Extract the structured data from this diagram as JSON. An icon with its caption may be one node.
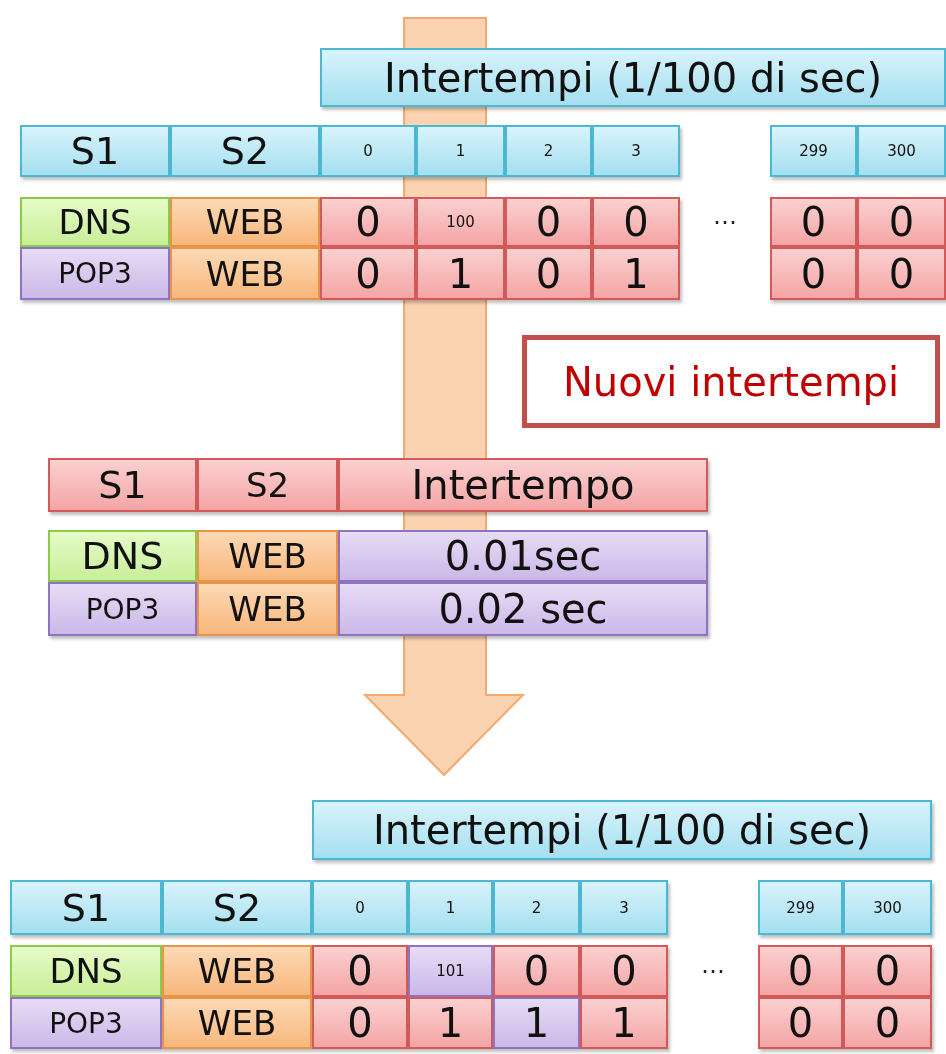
{
  "diagram": {
    "nodes": [
      {
        "text": [
          "Nuovi intertempi"
        ]
      }
    ],
    "labels": [
      "Intertempi (1/100 di sec)",
      "S1",
      "S2",
      "0",
      "1",
      "2",
      "3",
      "299",
      "300",
      "DNS",
      "WEB",
      "0",
      "100",
      "0",
      "0",
      "⋯",
      "0",
      "0",
      "POP3",
      "WEB",
      "0",
      "1",
      "0",
      "1",
      "0",
      "0",
      "S1",
      "S2",
      "Intertempo",
      "DNS",
      "WEB",
      "0.01sec",
      "POP3",
      "WEB",
      "0.02 sec",
      "Intertempi (1/100 di sec)",
      "S1",
      "S2",
      "0",
      "1",
      "2",
      "3",
      "299",
      "300",
      "DNS",
      "WEB",
      "0",
      "101",
      "0",
      "0",
      "⋯",
      "0",
      "0",
      "POP3",
      "WEB",
      "0",
      "1",
      "1",
      "1",
      "0",
      "0"
    ]
  }
}
